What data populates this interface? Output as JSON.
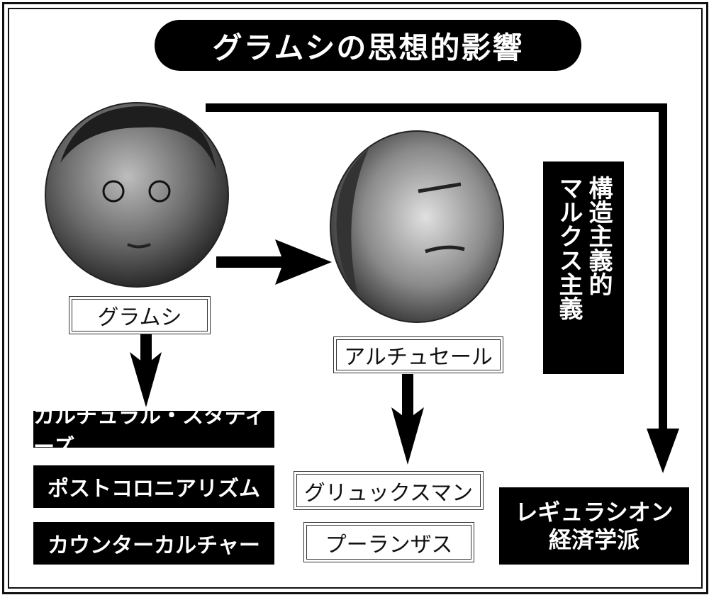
{
  "title": "グラムシの思想的影響",
  "nodes": {
    "gramsci": "グラムシ",
    "althusser": "アルチュセール",
    "cultural_studies": "カルチュラル・スタディーズ",
    "postcolonialism": "ポストコロニアリズム",
    "counterculture": "カウンターカルチャー",
    "glucksmann": "グリュックスマン",
    "poulantzas": "プーランザス",
    "structural_marxism_line1": "構造主義的",
    "structural_marxism_line2": "マルクス主義",
    "regulation_line1": "レギュラシオン",
    "regulation_line2": "経済学派"
  },
  "colors": {
    "ink": "#000000",
    "paper": "#ffffff"
  }
}
